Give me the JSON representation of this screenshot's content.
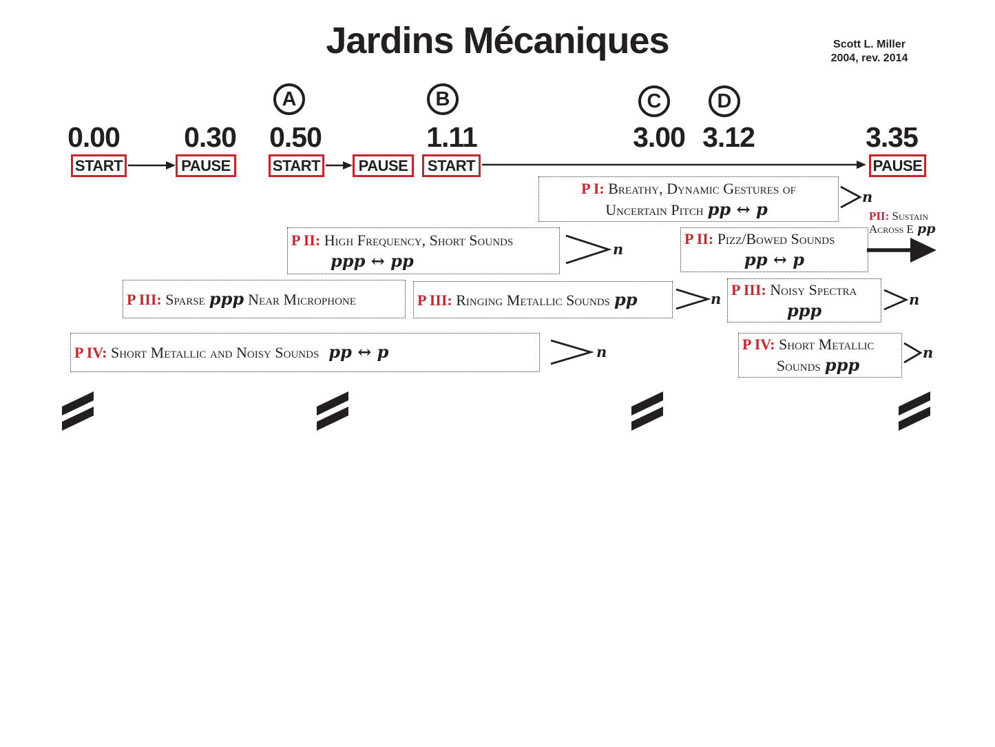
{
  "title": "Jardins Mécaniques",
  "credit": {
    "composer": "Scott L. Miller",
    "date": "2004, rev. 2014"
  },
  "colors": {
    "accent_red": "#c9252c",
    "ink": "#231f20"
  },
  "rehearsal_marks": [
    {
      "label": "A"
    },
    {
      "label": "B"
    },
    {
      "label": "C"
    },
    {
      "label": "D"
    }
  ],
  "times": [
    "0.00",
    "0.30",
    "0.50",
    "1.11",
    "3.00",
    "3.12",
    "3.35"
  ],
  "transport": [
    {
      "label": "START"
    },
    {
      "label": "PAUSE"
    },
    {
      "label": "START"
    },
    {
      "label": "PAUSE"
    },
    {
      "label": "START"
    },
    {
      "label": "PAUSE"
    }
  ],
  "parts": [
    {
      "prefix": "P I:",
      "line1": "Breathy, Dynamic Gestures of",
      "line2": "Uncertain Pitch",
      "dynamics": "pp ↔ p",
      "niente": "n"
    },
    {
      "prefix": "P II:",
      "line1": "High Frequency, Short Sounds",
      "dynamics": "ppp ↔ pp",
      "niente": "n"
    },
    {
      "prefix": "P II:",
      "line1": "Pizz/Bowed Sounds",
      "dynamics": "pp ↔ p"
    },
    {
      "prefix": "P III:",
      "text_before": "Sparse",
      "dynamics": "ppp",
      "text_after": "Near Microphone"
    },
    {
      "prefix": "P III:",
      "line1": "Ringing Metallic Sounds",
      "dynamics": "pp",
      "niente": "n"
    },
    {
      "prefix": "P III:",
      "line1": "Noisy Spectra",
      "dynamics": "ppp",
      "niente": "n"
    },
    {
      "prefix": "P IV:",
      "line1": "Short Metallic and Noisy Sounds",
      "dynamics": "pp ↔ p",
      "niente": "n"
    },
    {
      "prefix": "P IV:",
      "line1": "Short Metallic",
      "line2": "Sounds",
      "dynamics": "ppp",
      "niente": "n"
    }
  ],
  "sustain_note": {
    "prefix": "PII:",
    "line1": "Sustain",
    "line2": "Across E",
    "dynamic": "pp"
  }
}
